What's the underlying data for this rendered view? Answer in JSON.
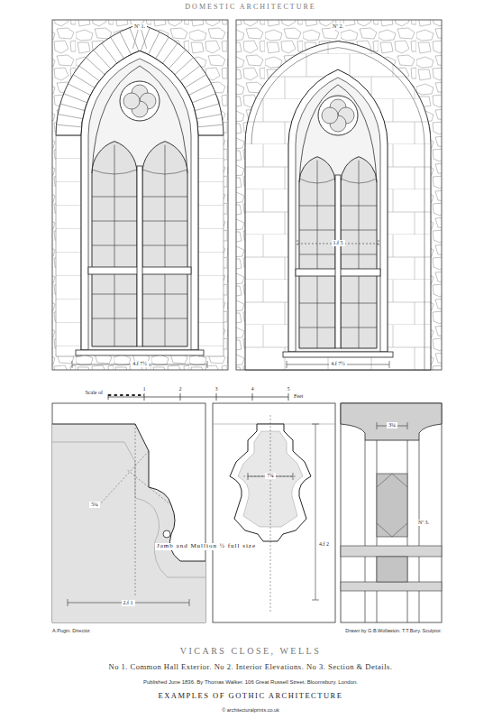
{
  "diagram": {
    "title": "VICARS CLOSE, WELLS",
    "caption": "No 1. Common Hall Exterior. No 2. Interior Elevations. No 3. Section & Details.",
    "labels": [
      "DOMESTIC ARCHITECTURE",
      "Nº 1.",
      "Nº 2.",
      "4.f 7½",
      "1.f 5",
      "4.f 7½",
      "Scale of",
      "1",
      "2",
      "3",
      "4",
      "5",
      "Feet",
      "5¼",
      "2.f 1",
      "7¾",
      "4.f 2",
      "Jamb and Mullion ½ full size",
      "3¼",
      "Nº 3.",
      "A.Pugin. Director.",
      "Drawn by G.B.Wollaston. T.T.Bury. Sculptor.",
      "Published June 1836. By Thomas Walker. 106 Great Russell Street. Bloomsbury. London.",
      "EXAMPLES OF GOTHIC ARCHITECTURE",
      "© architecturalprints.co.uk"
    ]
  }
}
